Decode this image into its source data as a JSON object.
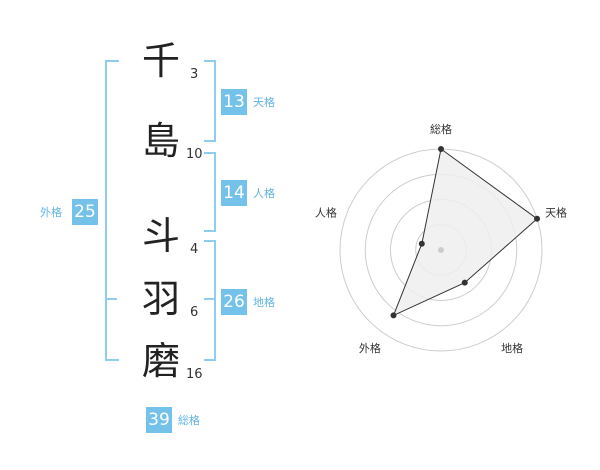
{
  "name": {
    "characters": [
      {
        "char": "千",
        "strokes": "3"
      },
      {
        "char": "島",
        "strokes": "10"
      },
      {
        "char": "斗",
        "strokes": "4"
      },
      {
        "char": "羽",
        "strokes": "6"
      },
      {
        "char": "磨",
        "strokes": "16"
      }
    ]
  },
  "fortunes": {
    "tenkaku": {
      "value": "13",
      "label": "天格"
    },
    "jinkaku": {
      "value": "14",
      "label": "人格"
    },
    "chikaku": {
      "value": "26",
      "label": "地格"
    },
    "gaikaku": {
      "value": "25",
      "label": "外格"
    },
    "soukaku": {
      "value": "39",
      "label": "総格"
    }
  },
  "chart_data": {
    "type": "radar",
    "axes": [
      "総格",
      "天格",
      "地格",
      "外格",
      "人格"
    ],
    "values": [
      5,
      5,
      2,
      4,
      1
    ],
    "max": 5,
    "fill_color": "#eeeeee",
    "line_color": "#333333",
    "grid_color": "#cccccc"
  }
}
